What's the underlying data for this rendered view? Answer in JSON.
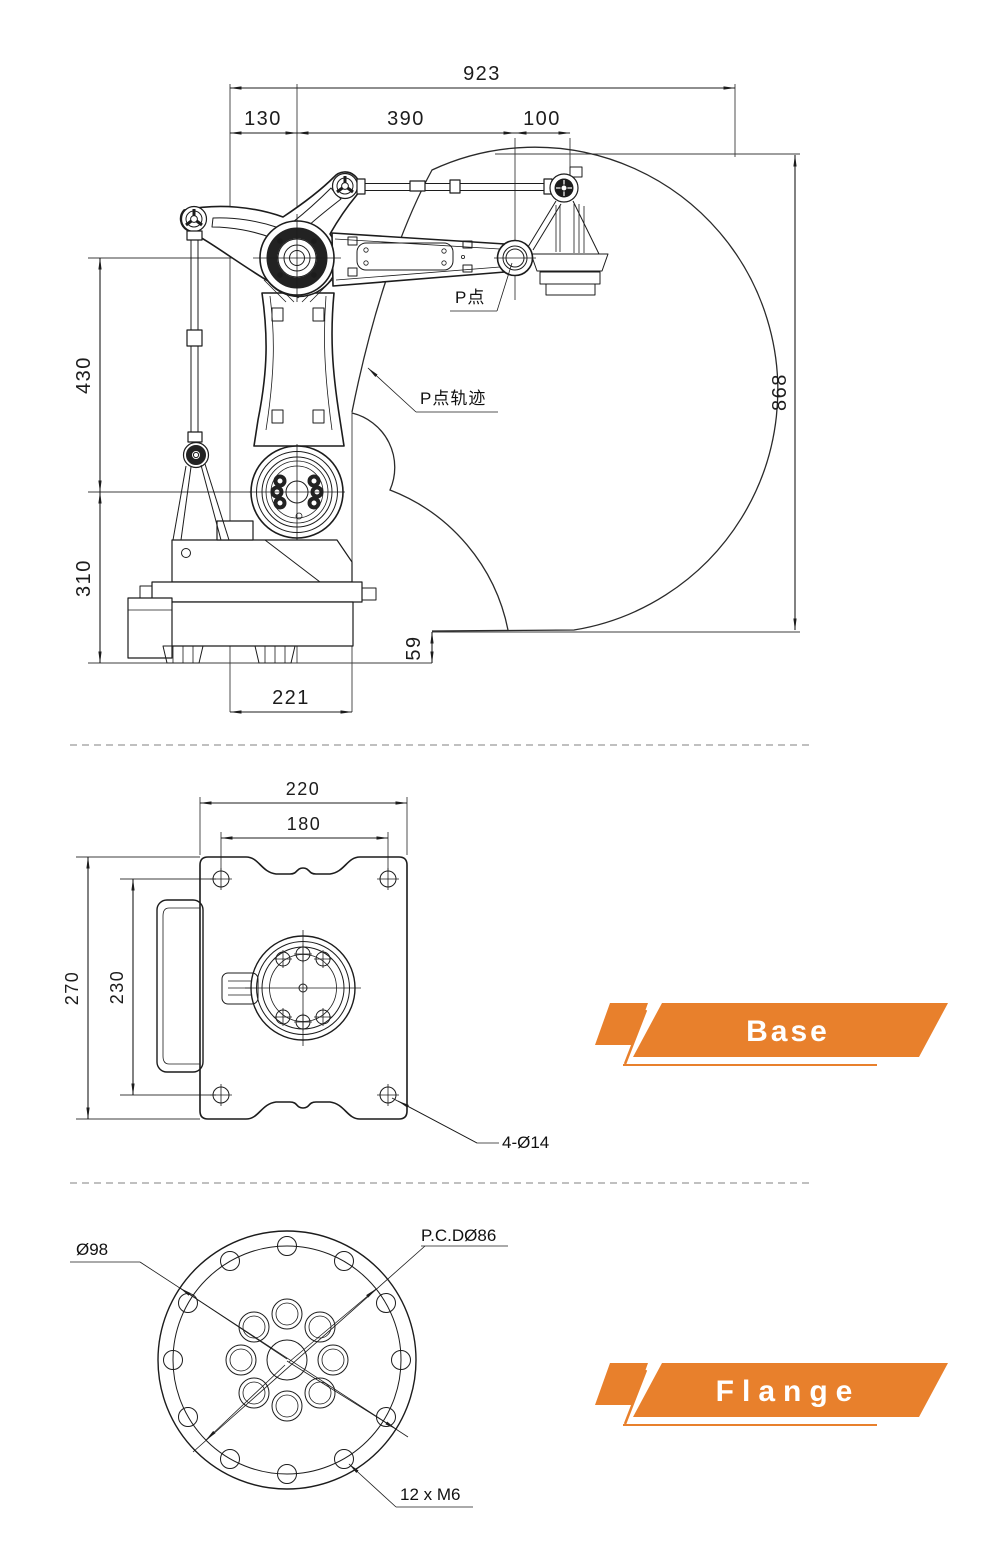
{
  "view_main": {
    "dim_overall_width": "923",
    "dim_offset_back": "130",
    "dim_reach_mid": "390",
    "dim_reach_end": "100",
    "dim_height_upper": "430",
    "dim_height_base": "310",
    "dim_envelope_height": "868",
    "dim_base_width": "221",
    "dim_floor_clearance": "59",
    "label_p_point": "P点",
    "label_p_trajectory": "P点轨迹"
  },
  "view_base": {
    "dim_width_outer": "220",
    "dim_hole_span_x": "180",
    "dim_height_outer": "270",
    "dim_hole_span_y": "230",
    "label_corner_holes": "4-Ø14",
    "banner": "Base"
  },
  "view_flange": {
    "label_outer_diameter": "Ø98",
    "label_pitch_circle": "P.C.DØ86",
    "label_bolt_holes": "12 x M6",
    "banner": "Flange"
  },
  "colors": {
    "accent_orange": "#E8802C",
    "line": "#1c1c1c",
    "separator": "#ababab"
  }
}
